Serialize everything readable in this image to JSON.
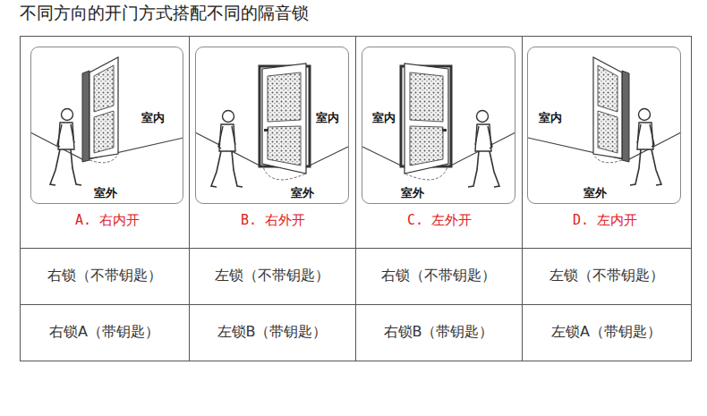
{
  "diagram": {
    "title": "不同方向的开门方式搭配不同的隔音锁",
    "nodes": [
      {
        "text": [
          "室内",
          "室外",
          "A. 右内开"
        ]
      },
      {
        "text": [
          "室内",
          "室外",
          "B. 右外开"
        ]
      },
      {
        "text": [
          "室内",
          "室外",
          "C. 左外开"
        ]
      },
      {
        "text": [
          "室内",
          "室外",
          "D. 左内开"
        ]
      }
    ],
    "labels": [
      "右锁（不带钥匙）",
      "左锁（不带钥匙）",
      "右锁（不带钥匙）",
      "左锁（不带钥匙）",
      "右锁A（带钥匙）",
      "左锁B（带钥匙）",
      "右锁B（带钥匙）",
      "左锁A（带钥匙）"
    ]
  }
}
